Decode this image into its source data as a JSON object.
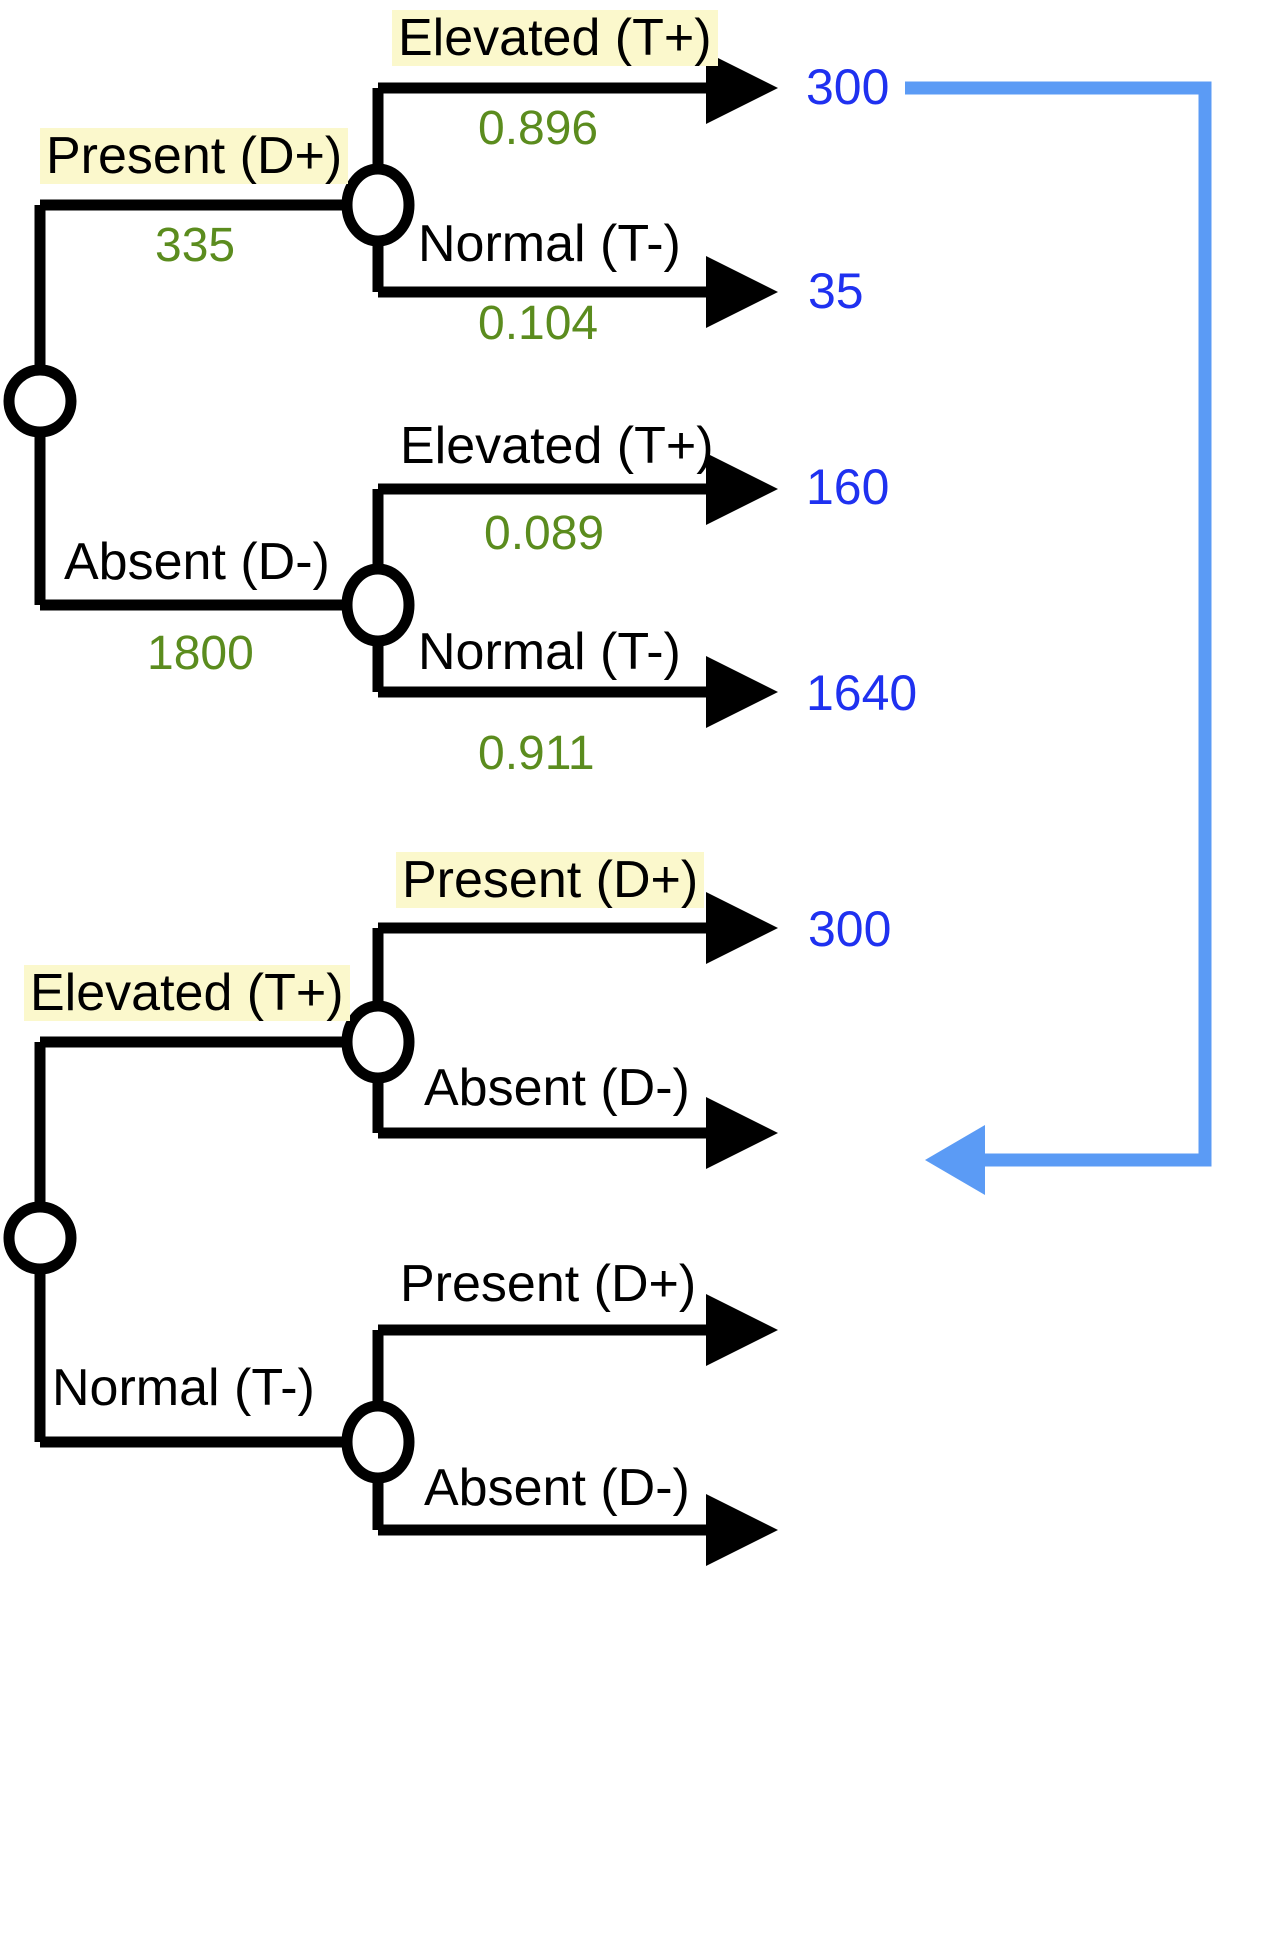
{
  "diagram": {
    "title": "Diagnostic test decision tree pair",
    "colors": {
      "branch_line": "#000000",
      "probability_text": "#5B8C1E",
      "payoff_text": "#1F31F0",
      "highlight": "#FBF8CC",
      "connector": "#5B9BF5"
    },
    "trees": [
      {
        "id": "tree-disease-first",
        "root": {
          "type": "chance-node"
        },
        "branches": [
          {
            "label": "Present (D+)",
            "highlighted": true,
            "value": "335",
            "children": [
              {
                "label": "Elevated (T+)",
                "highlighted": true,
                "prob": "0.896",
                "payoff": "300"
              },
              {
                "label": "Normal (T-)",
                "highlighted": false,
                "prob": "0.104",
                "payoff": "35"
              }
            ]
          },
          {
            "label": "Absent (D-)",
            "highlighted": false,
            "value": "1800",
            "children": [
              {
                "label": "Elevated (T+)",
                "highlighted": false,
                "prob": "0.089",
                "payoff": "160"
              },
              {
                "label": "Normal (T-)",
                "highlighted": false,
                "prob": "0.911",
                "payoff": "1640"
              }
            ]
          }
        ]
      },
      {
        "id": "tree-test-first",
        "root": {
          "type": "chance-node"
        },
        "branches": [
          {
            "label": "Elevated (T+)",
            "highlighted": true,
            "value": "",
            "children": [
              {
                "label": "Present (D+)",
                "highlighted": true,
                "prob": "",
                "payoff": "300"
              },
              {
                "label": "Absent (D-)",
                "highlighted": false,
                "prob": "",
                "payoff": ""
              }
            ]
          },
          {
            "label": "Normal (T-)",
            "highlighted": false,
            "value": "",
            "children": [
              {
                "label": "Present (D+)",
                "highlighted": false,
                "prob": "",
                "payoff": ""
              },
              {
                "label": "Absent (D-)",
                "highlighted": false,
                "prob": "",
                "payoff": ""
              }
            ]
          }
        ]
      }
    ],
    "connector": {
      "from_payoff": "300",
      "to_payoff": "300",
      "direction": "top-right-down-left"
    }
  },
  "labels": {
    "t1_b1": "Present (D+)",
    "t1_b1_val": "335",
    "t1_b1_c1": "Elevated (T+)",
    "t1_b1_c1_prob": "0.896",
    "t1_b1_c1_pay": "300",
    "t1_b1_c2": "Normal (T-)",
    "t1_b1_c2_prob": "0.104",
    "t1_b1_c2_pay": "35",
    "t1_b2": "Absent (D-)",
    "t1_b2_val": "1800",
    "t1_b2_c1": "Elevated (T+)",
    "t1_b2_c1_prob": "0.089",
    "t1_b2_c1_pay": "160",
    "t1_b2_c2": "Normal (T-)",
    "t1_b2_c2_prob": "0.911",
    "t1_b2_c2_pay": "1640",
    "t2_b1": "Elevated (T+)",
    "t2_b1_c1": "Present (D+)",
    "t2_b1_c1_pay": "300",
    "t2_b1_c2": "Absent (D-)",
    "t2_b2": "Normal (T-)",
    "t2_b2_c1": "Present (D+)",
    "t2_b2_c2": "Absent (D-)"
  }
}
